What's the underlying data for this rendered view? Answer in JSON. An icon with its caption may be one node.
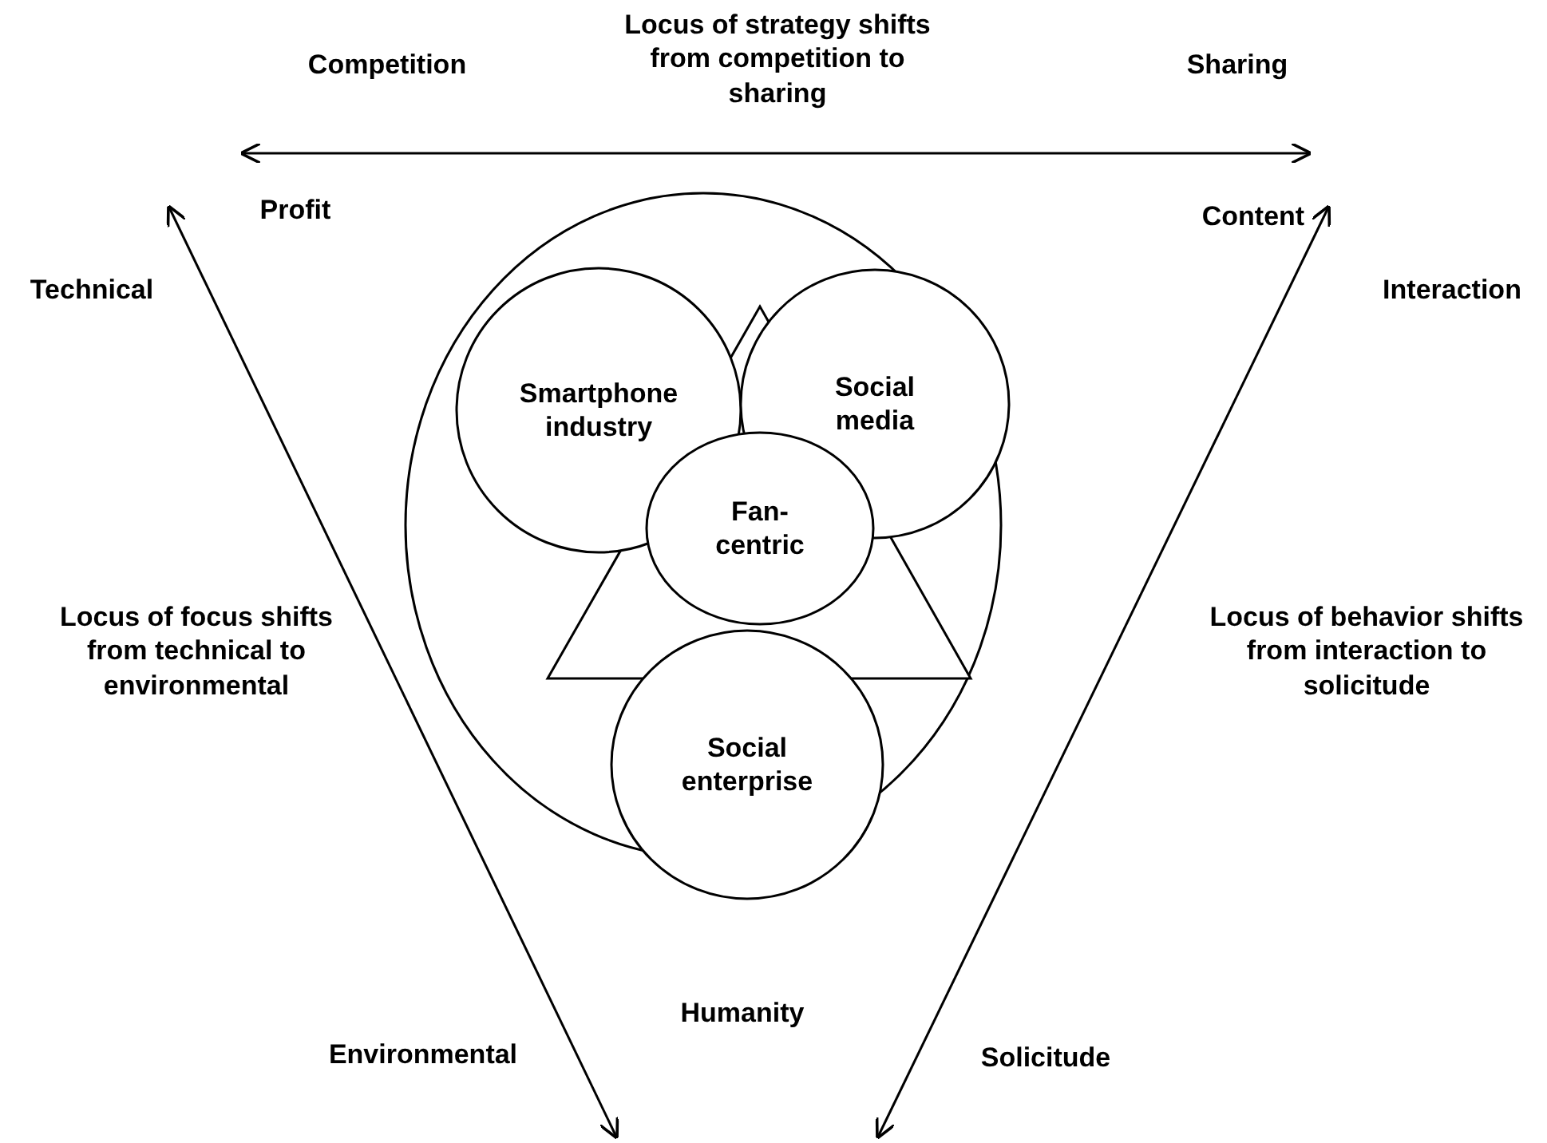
{
  "diagram": {
    "nodes": [
      {
        "text": [],
        "shape": "circle"
      },
      {
        "text": [
          "Smartphone industry"
        ],
        "in": 0
      },
      {
        "text": [
          "Social media"
        ],
        "in": 0
      },
      {
        "text": [
          "Social enterprise"
        ],
        "in": 0
      },
      {
        "text": [
          "Fan-centric"
        ],
        "in": 0
      }
    ],
    "labels": [
      "Locus of strategy shifts from competition to sharing",
      "Competition",
      "Sharing",
      "Profit",
      "Content",
      "Technical",
      "Interaction",
      "Locus of focus shifts from technical to environmental",
      "Locus of behavior shifts from interaction to solicitude",
      "Humanity",
      "Environmental",
      "Solicitude"
    ]
  }
}
